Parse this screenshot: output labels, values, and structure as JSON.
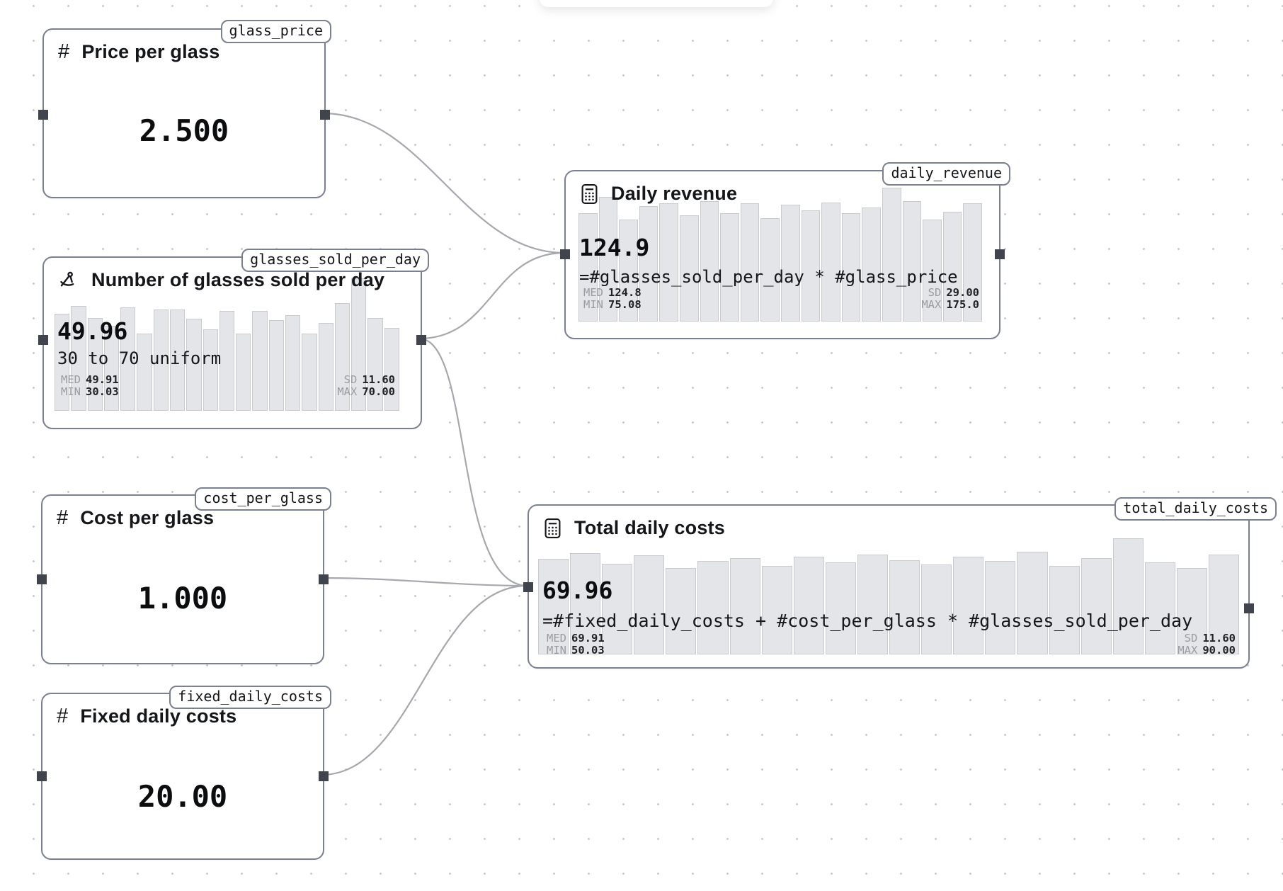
{
  "stat_labels": {
    "med": "MED",
    "min": "MIN",
    "sd": "SD",
    "max": "MAX"
  },
  "icons": {
    "hash": "#",
    "calculator": "calculator-icon",
    "distribution": "drafting-compass-icon"
  },
  "colors": {
    "node_border": "#7a8090",
    "node_bg": "#ffffff",
    "canvas_dot": "#c8c9cc",
    "edge": "#a6a8ae",
    "port": "#40444c",
    "bar_fill": "#e4e5e9",
    "bar_stroke": "#c9cbd1",
    "text": "#141619",
    "muted_label": "#9a9ca2"
  },
  "nodes": [
    {
      "tag": "glass_price",
      "title": "Price per glass",
      "value": "2.500"
    },
    {
      "tag": "glasses_sold_per_day",
      "title": "Number of glasses sold per day",
      "value": "49.96",
      "subtitle": "30 to 70 uniform",
      "stats": {
        "med": "49.91",
        "min": "30.03",
        "sd": "11.60",
        "max": "70.00"
      },
      "histogram": [
        0.73,
        0.79,
        0.7,
        0.64,
        0.78,
        0.58,
        0.76,
        0.76,
        0.69,
        0.61,
        0.75,
        0.58,
        0.75,
        0.68,
        0.72,
        0.58,
        0.66,
        0.81,
        1.0,
        0.7,
        0.62
      ]
    },
    {
      "tag": "daily_revenue",
      "title": "Daily revenue",
      "value": "124.9",
      "formula": "=#glasses_sold_per_day * #glass_price",
      "stats": {
        "med": "124.8",
        "min": "75.08",
        "sd": "29.00",
        "max": "175.0"
      },
      "histogram": [
        0.81,
        0.93,
        0.76,
        0.86,
        0.88,
        0.79,
        0.9,
        0.81,
        0.88,
        0.77,
        0.87,
        0.83,
        0.89,
        0.81,
        0.85,
        1.0,
        0.9,
        0.76,
        0.82,
        0.88
      ]
    },
    {
      "tag": "cost_per_glass",
      "title": "Cost per glass",
      "value": "1.000"
    },
    {
      "tag": "fixed_daily_costs",
      "title": "Fixed daily costs",
      "value": "20.00"
    },
    {
      "tag": "total_daily_costs",
      "title": "Total daily costs",
      "value": "69.96",
      "formula": "=#fixed_daily_costs + #cost_per_glass * #glasses_sold_per_day",
      "stats": {
        "med": "69.91",
        "min": "50.03",
        "sd": "11.60",
        "max": "90.00"
      },
      "histogram": [
        0.82,
        0.87,
        0.78,
        0.85,
        0.74,
        0.8,
        0.83,
        0.76,
        0.84,
        0.79,
        0.86,
        0.81,
        0.77,
        0.84,
        0.8,
        0.88,
        0.76,
        0.83,
        1.0,
        0.79,
        0.74,
        0.86
      ]
    }
  ]
}
